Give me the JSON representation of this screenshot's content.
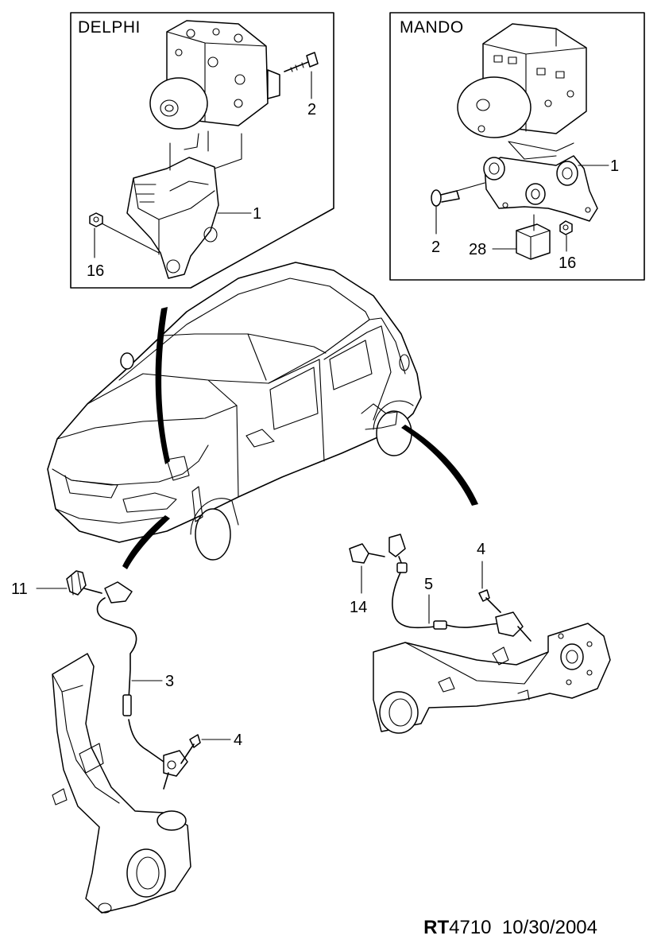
{
  "panels": {
    "delphi": {
      "title": "DELPHI"
    },
    "mando": {
      "title": "MANDO"
    }
  },
  "callouts": {
    "delphi_2": "2",
    "delphi_1": "1",
    "delphi_16": "16",
    "mando_1": "1",
    "mando_2": "2",
    "mando_28": "28",
    "mando_16": "16",
    "front_11": "11",
    "front_3": "3",
    "front_4": "4",
    "rear_4": "4",
    "rear_14": "14",
    "rear_5": "5"
  },
  "footer": {
    "code_prefix": "RT",
    "code_number": "4710",
    "date": "10/30/2004"
  }
}
